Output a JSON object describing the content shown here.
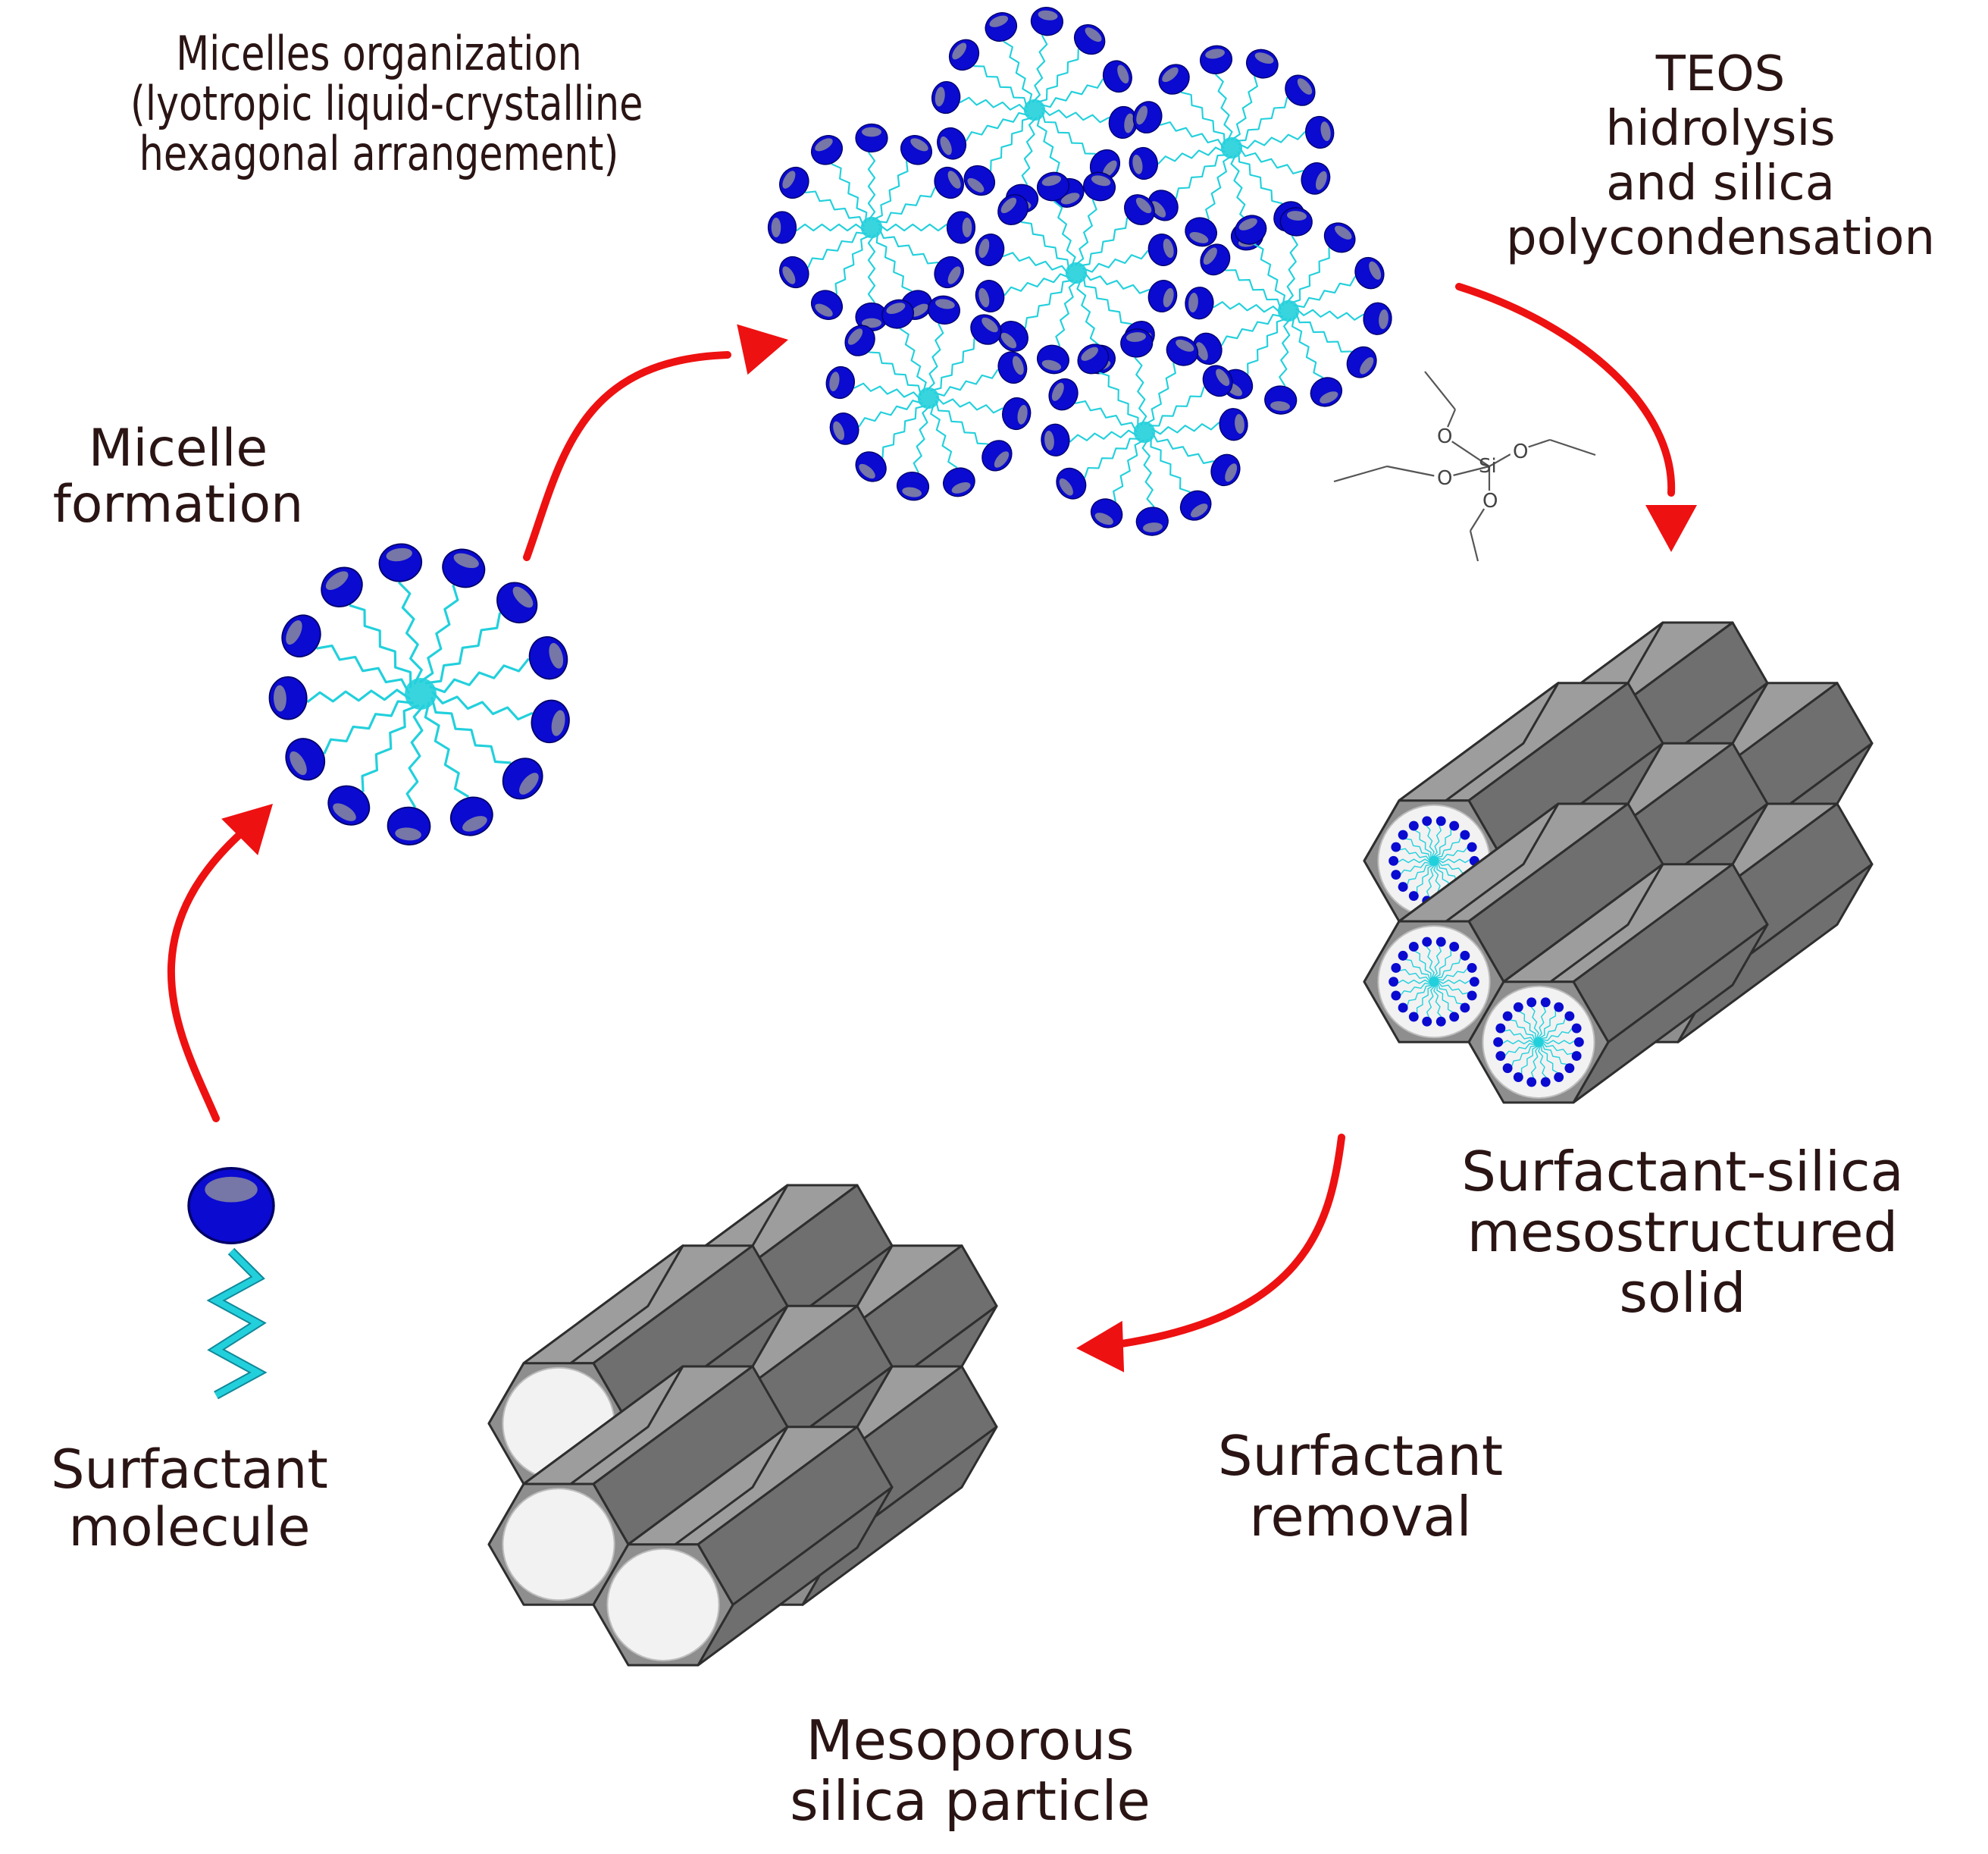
{
  "labels": {
    "micelles_organization": [
      "Micelles organization",
      "(lyotropic liquid-crystalline",
      "hexagonal arrangement)"
    ],
    "teos": [
      "TEOS",
      "hidrolysis",
      "and silica",
      "polycondensation"
    ],
    "micelle_formation": [
      "Micelle",
      "formation"
    ],
    "surfactant_silica": [
      "Surfactant-silica",
      "mesostructured",
      "solid"
    ],
    "surfactant_removal": [
      "Surfactant",
      "removal"
    ],
    "surfactant_molecule": [
      "Surfactant",
      "molecule"
    ],
    "mesoporous": [
      "Mesoporous",
      "silica particle"
    ],
    "teos_atom_si": "Si",
    "teos_atom_o": "O"
  },
  "colors": {
    "head": "#0a0ad0",
    "head_cap": "#8a8aa0",
    "tail": "#22d0dc",
    "arrow": "#ee1111",
    "hex_face": "#8e8e8e",
    "hex_side": "#6f6f6f",
    "hex_top": "#9d9d9d",
    "pore": "#f2f2f2",
    "text": "#2a1414"
  }
}
